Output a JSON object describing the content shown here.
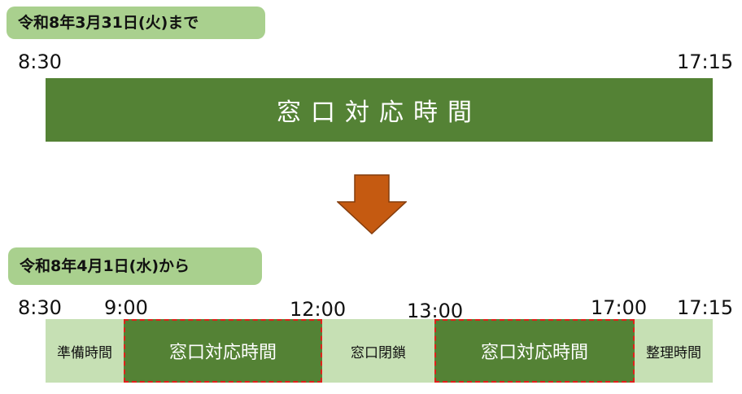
{
  "before": {
    "label": "令和8年3月31日(火)まで",
    "start_time": "8:30",
    "end_time": "17:15",
    "bar_label": "窓口対応時間"
  },
  "after": {
    "label": "令和8年4月1日(水)から",
    "times": {
      "t0830": "8:30",
      "t0900": "9:00",
      "t1200": "12:00",
      "t1300": "13:00",
      "t1700": "17:00",
      "t1715": "17:15"
    },
    "segments": {
      "prep": "準備時間",
      "morning": "窓口対応時間",
      "closed": "窓口閉鎖",
      "afternoon": "窓口対応時間",
      "cleanup": "整理時間"
    }
  },
  "colors": {
    "pill": "#a9d08e",
    "dark_green": "#548235",
    "light_green": "#c6e0b4",
    "arrow": "#c55a11",
    "dash": "#e0201b"
  }
}
